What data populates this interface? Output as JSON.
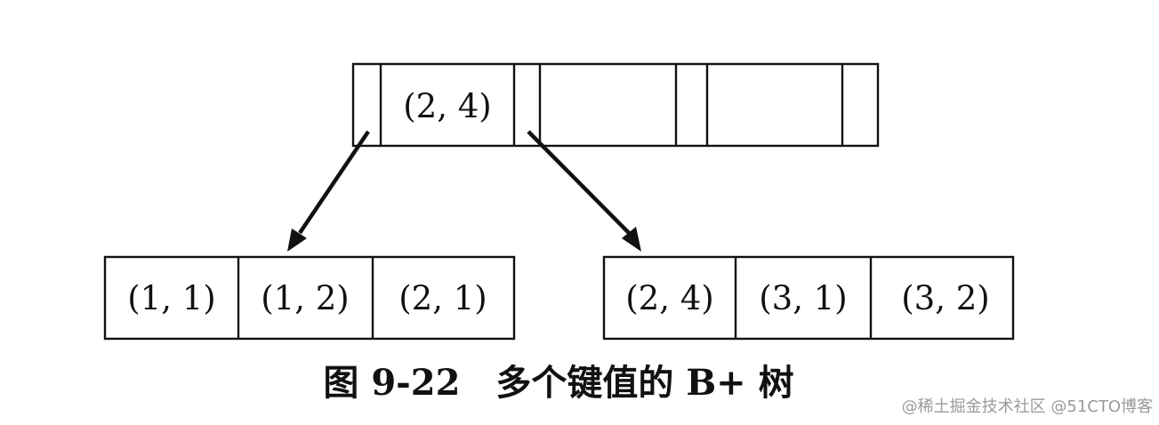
{
  "diagram": {
    "root_node": {
      "keys": [
        "(2, 4)",
        "",
        ""
      ]
    },
    "leaf_nodes": [
      {
        "keys": [
          "(1, 1)",
          "(1, 2)",
          "(2, 1)"
        ]
      },
      {
        "keys": [
          "(2, 4)",
          "(3, 1)",
          "(3, 2)"
        ]
      }
    ],
    "caption": "图 9-22　多个键值的 B+ 树"
  },
  "watermark": "@稀土掘金技术社区 @51CTO博客",
  "colors": {
    "ink": "#111111",
    "background": "#ffffff",
    "watermark": "#9a9a9a"
  }
}
